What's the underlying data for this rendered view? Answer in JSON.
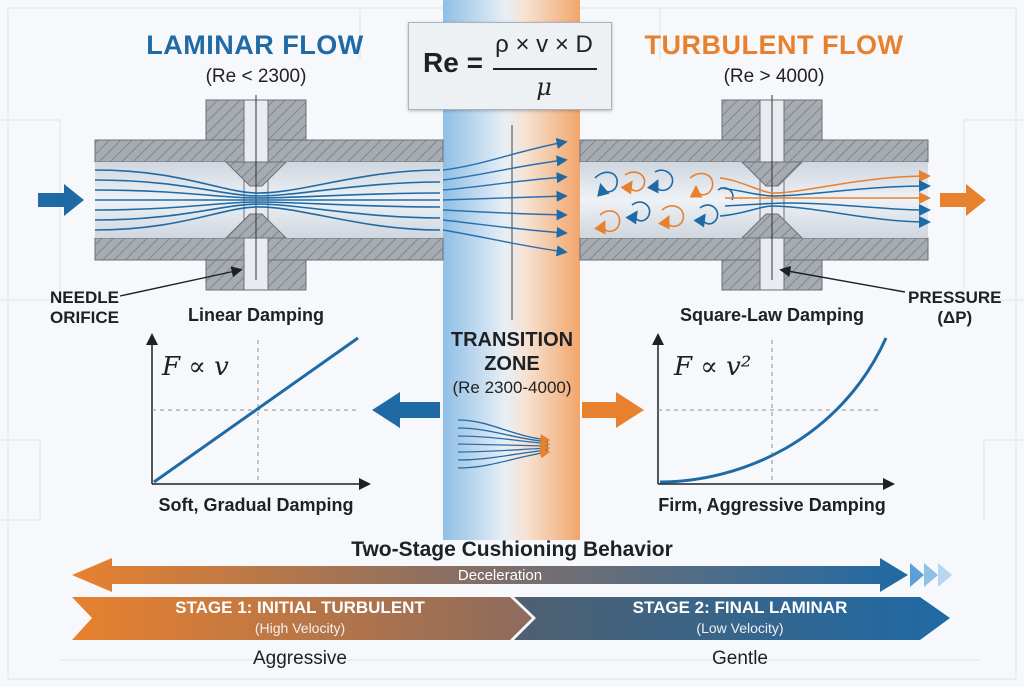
{
  "laminar": {
    "heading": "LAMINAR FLOW",
    "range": "(Re < 2300)",
    "damping_label": "Linear Damping",
    "formula": "F ∝ v",
    "caption": "Soft, Gradual Damping"
  },
  "turbulent": {
    "heading": "TURBULENT FLOW",
    "range": "(Re > 4000)",
    "damping_label": "Square-Law Damping",
    "formula": "F ∝ v²",
    "caption": "Firm, Aggressive Damping"
  },
  "equation": {
    "lhs": "Re =",
    "numerator": "ρ × v × D",
    "denominator": "μ"
  },
  "transition": {
    "line1": "TRANSITION",
    "line2": "ZONE",
    "range": "(Re 2300-4000)"
  },
  "callouts": {
    "needle_line1": "NEEDLE",
    "needle_line2": "ORIFICE",
    "pressure_line1": "PRESSURE",
    "pressure_line2": "(ΔP)"
  },
  "behavior": {
    "title": "Two-Stage Cushioning Behavior",
    "deceleration": "Deceleration",
    "stage1_title": "STAGE 1: INITIAL TURBULENT",
    "stage1_sub": "(High Velocity)",
    "stage2_title": "STAGE 2: FINAL LAMINAR",
    "stage2_sub": "(Low Velocity)",
    "stage1_word": "Aggressive",
    "stage2_word": "Gentle"
  },
  "colors": {
    "laminar_blue": "#1f6aa5",
    "turbulent_orange": "#e8812e",
    "pipe_gray": "#a9aeb4"
  }
}
